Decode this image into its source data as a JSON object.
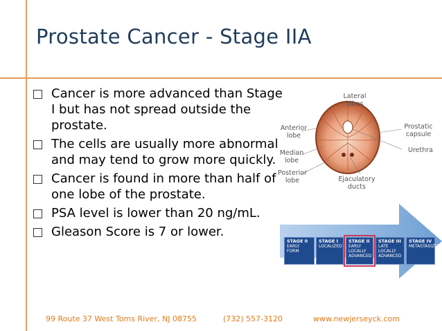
{
  "slide": {
    "title": "Prostate Cancer - Stage IIA",
    "bullets": [
      "Cancer is more advanced than Stage I but has not spread outside the prostate.",
      "The cells are usually more abnormal and may tend to grow more quickly.",
      "Cancer is found in more than half of one lobe of the prostate.",
      "PSA level is lower than 20 ng/mL.",
      "Gleason Score is 7 or lower."
    ]
  },
  "diagram": {
    "labels": {
      "lateral_lobes": "Lateral lobes",
      "anterior_lobe": "Anterior lobe",
      "prostatic_capsule": "Prostatic capsule",
      "median_lobe": "Median lobe",
      "urethra": "Urethra",
      "posterior_lobe": "Posterior lobe",
      "ejaculatory_ducts": "Ejaculatory ducts"
    }
  },
  "stages": [
    {
      "name": "STAGE 0",
      "desc": "EARLY FORM"
    },
    {
      "name": "STAGE I",
      "desc": "LOCALIZED"
    },
    {
      "name": "STAGE II",
      "desc": "EARLY LOCALLY ADVANCED"
    },
    {
      "name": "STAGE III",
      "desc": "LATE LOCALLY ADVANCED"
    },
    {
      "name": "STAGE IV",
      "desc": "METASTASIZED"
    }
  ],
  "footer": {
    "address": "99 Route 37 West Toms River, NJ 08755",
    "phone": "(732) 557-3120",
    "website": "www.newjerseyck.com"
  },
  "colors": {
    "accent": "#e69c5a",
    "title": "#1f3c5b",
    "footer": "#e27a1a",
    "stage_box": "#1f4a8e",
    "highlight": "#c63a5a"
  }
}
